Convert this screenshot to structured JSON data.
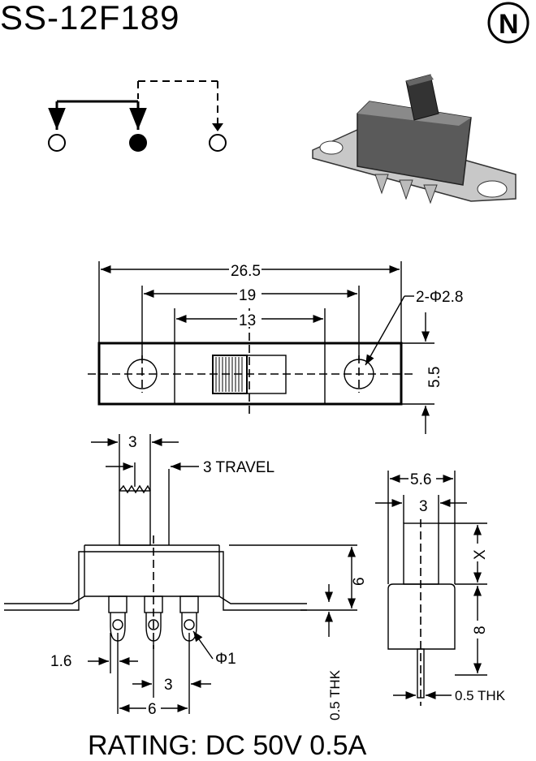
{
  "part_number": "SS-12F189",
  "logo_letter": "N",
  "rating": "RATING: DC 50V 0.5A",
  "top_view": {
    "overall_length": "26.5",
    "hole_pitch": "19",
    "body_length": "13",
    "hole_callout": "2-Φ2.8",
    "width": "5.5"
  },
  "front_view": {
    "actuator_width": "3",
    "travel": "3 TRAVEL",
    "body_height": "6",
    "pin_offset": "1.6",
    "pin_diameter": "Φ1",
    "pin_pitch": "3",
    "pin_span": "6",
    "plate_thickness": "0.5 THK"
  },
  "side_view": {
    "body_width": "5.6",
    "actuator_width": "3",
    "actuator_height": "X",
    "body_height": "8",
    "plate_thickness": "0.5 THK"
  },
  "colors": {
    "ink": "#000000",
    "photo_body": "#5a5a5a",
    "photo_metal": "#c8c8c8"
  }
}
